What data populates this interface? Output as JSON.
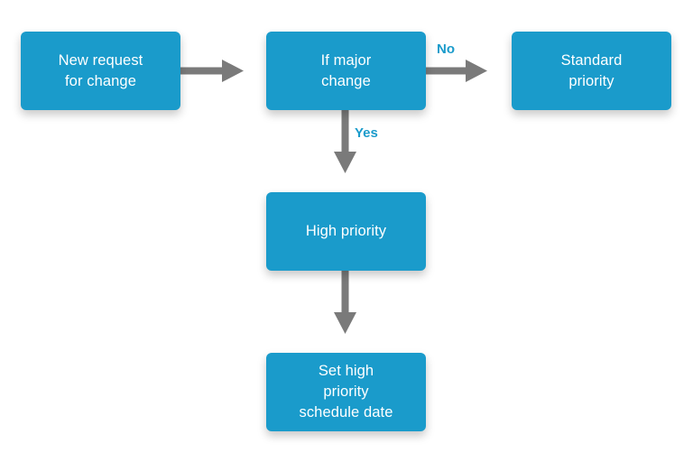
{
  "diagram": {
    "colors": {
      "node_fill": "#1a9bcb",
      "node_text": "#ffffff",
      "arrow": "#7a7a7a",
      "branch_label": "#1a9bcb"
    },
    "nodes": {
      "new_request": {
        "label": "New request\nfor change"
      },
      "decision": {
        "label": "If major\nchange"
      },
      "standard_priority": {
        "label": "Standard\npriority"
      },
      "high_priority": {
        "label": "High priority"
      },
      "set_schedule": {
        "label": "Set high\npriority\nschedule date"
      }
    },
    "branches": {
      "no_label": "No",
      "yes_label": "Yes"
    }
  }
}
